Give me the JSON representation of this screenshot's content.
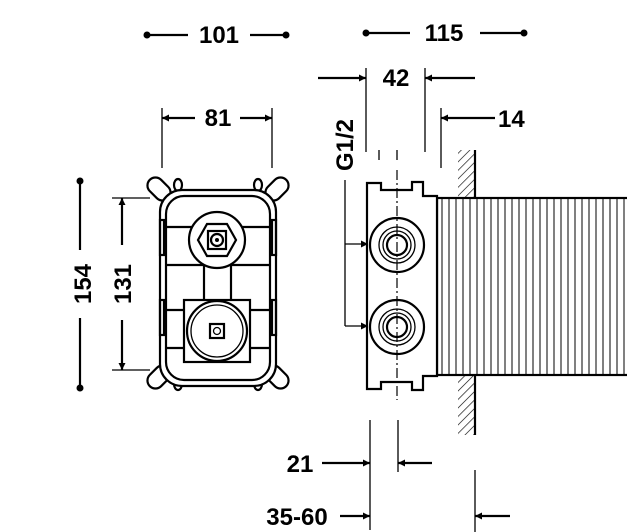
{
  "dimensions": {
    "front_width_total": "101",
    "side_depth_total": "115",
    "body_depth": "42",
    "flange": "14",
    "front_width_inner": "81",
    "front_height_total": "154",
    "front_height_inner": "131",
    "thread": "G1/2",
    "offset": "21",
    "wall_range": "35-60"
  }
}
